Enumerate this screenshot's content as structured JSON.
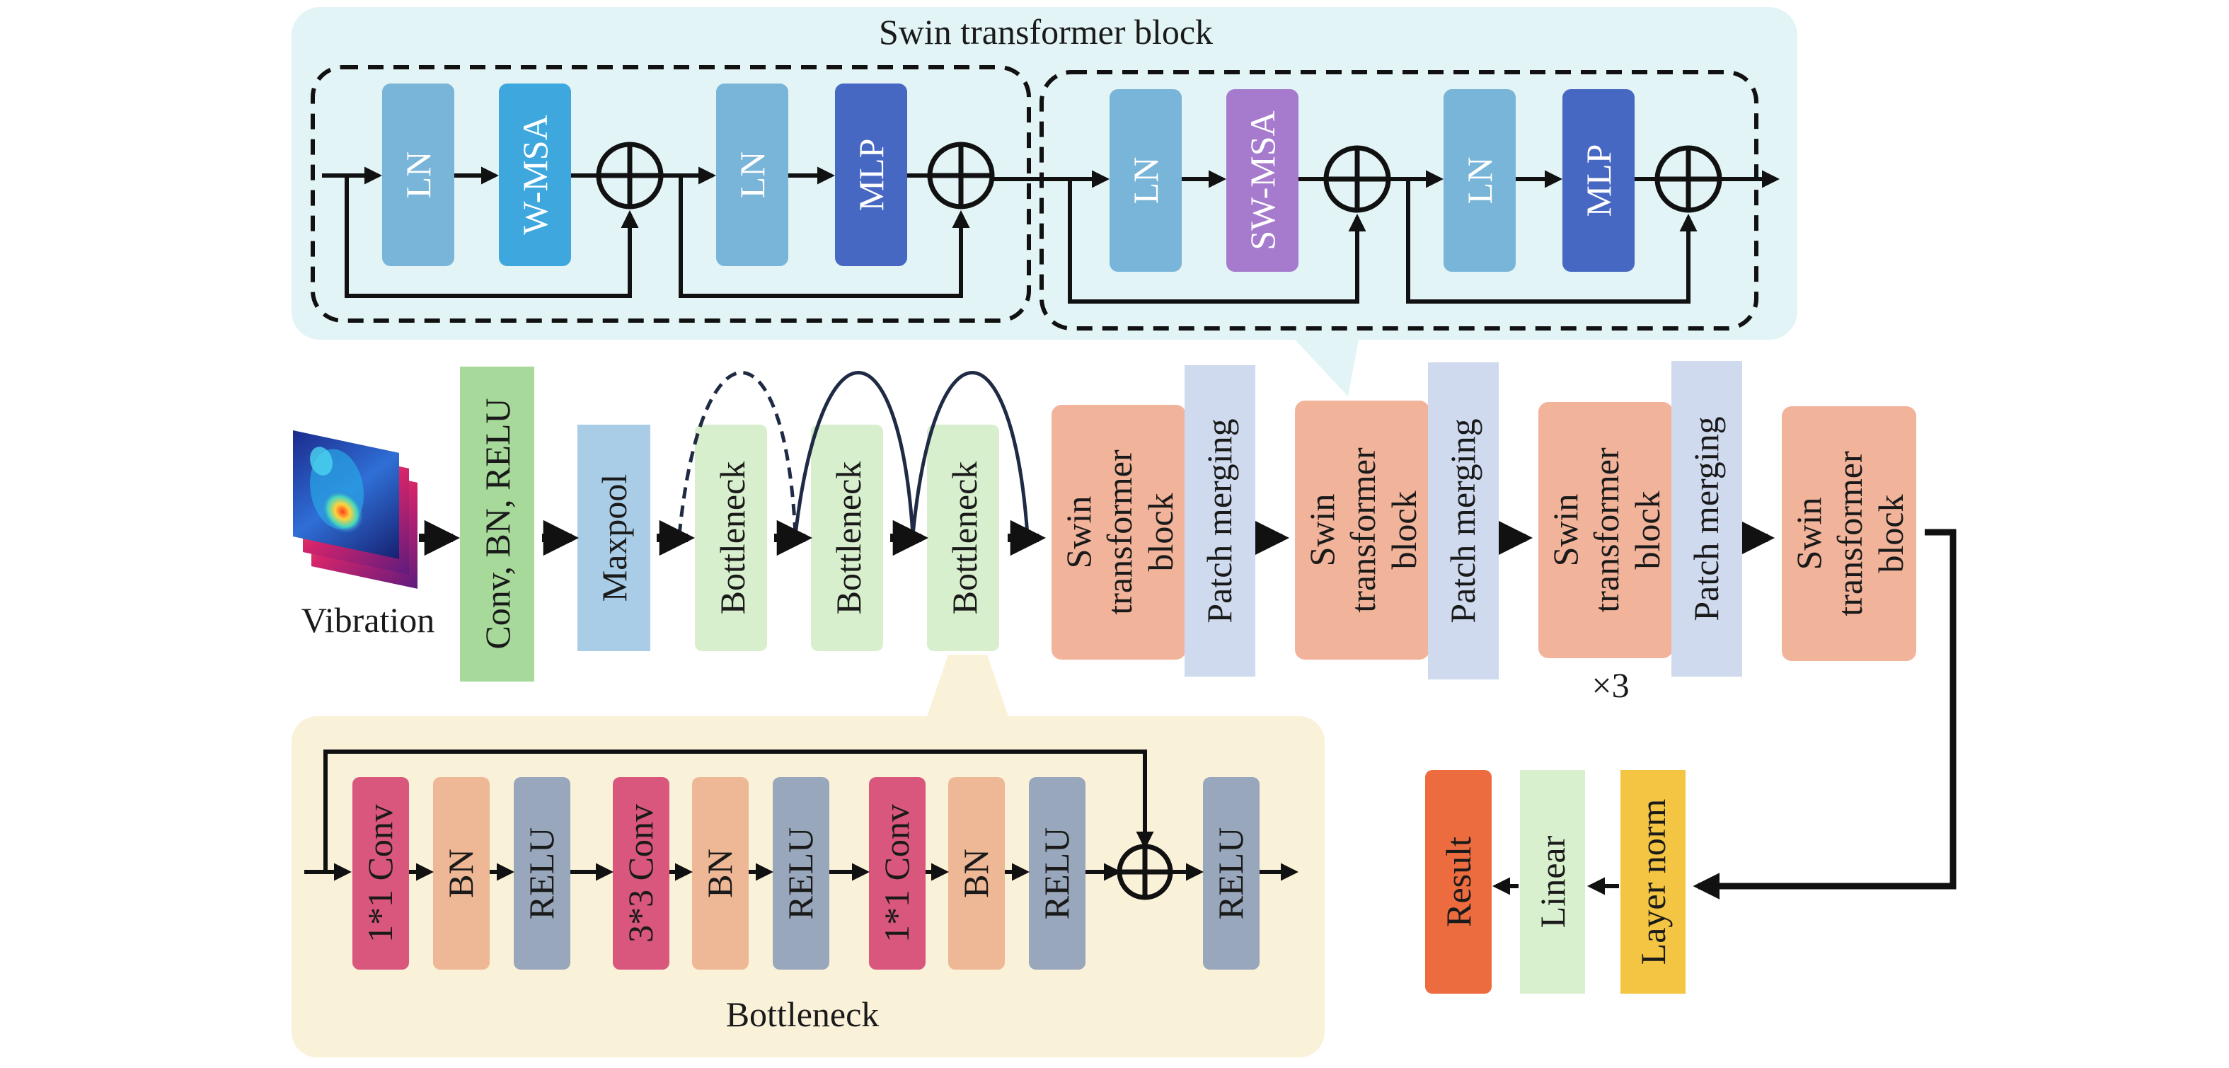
{
  "swin_panel": {
    "title": "Swin transformer block",
    "left": {
      "ln1": "LN",
      "msa": "W-MSA",
      "ln2": "LN",
      "mlp": "MLP"
    },
    "right": {
      "ln1": "LN",
      "msa": "SW-MSA",
      "ln2": "LN",
      "mlp": "MLP"
    }
  },
  "pipeline": {
    "input_label": "Vibration",
    "conv": "Conv, BN, RELU",
    "maxpool": "Maxpool",
    "bottlenecks": [
      "Bottleneck",
      "Bottleneck",
      "Bottleneck"
    ],
    "swin_stages": [
      "Swin\ntransformer\nblock",
      "Swin\ntransformer\nblock",
      "Swin\ntransformer\nblock",
      "Swin\ntransformer\nblock"
    ],
    "patch_merging": [
      "Patch merging",
      "Patch merging",
      "Patch merging"
    ],
    "repeat_label": "×3"
  },
  "bottleneck_panel": {
    "title": "Bottleneck",
    "blocks": [
      "1*1 Conv",
      "BN",
      "RELU",
      "3*3 Conv",
      "BN",
      "RELU",
      "1*1 Conv",
      "BN",
      "RELU",
      "RELU"
    ]
  },
  "head": {
    "layer_norm": "Layer norm",
    "linear": "Linear",
    "result": "Result"
  },
  "colors": {
    "swin_panel_bg": "#e2f4f6",
    "bottleneck_panel_bg": "#faf1d9",
    "ln": "#79b5d8",
    "w_msa": "#3ea7de",
    "sw_msa": "#a67bcd",
    "mlp": "#4667c2",
    "conv": "#a6d99a",
    "maxpool": "#a9cde6",
    "bottleneck": "#d8efcd",
    "swin_block": "#f2b39b",
    "patch_merging": "#cfdaef",
    "conv_pink": "#d9577c",
    "bn": "#eeb796",
    "relu": "#98a7bc",
    "layer_norm": "#f3c542",
    "linear": "#d9f0cf",
    "result": "#ec6c40"
  }
}
